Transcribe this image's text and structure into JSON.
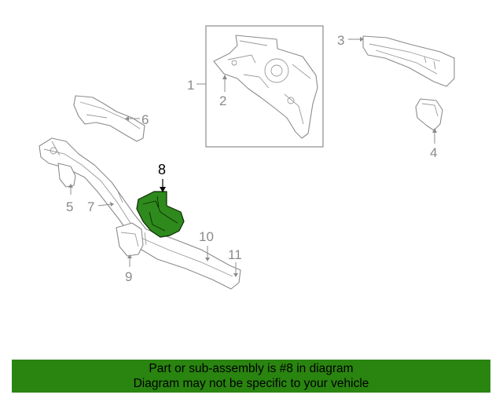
{
  "diagram": {
    "callouts": {
      "c1": "1",
      "c2": "2",
      "c3": "3",
      "c4": "4",
      "c5": "5",
      "c6": "6",
      "c7": "7",
      "c8": "8",
      "c9": "9",
      "c10": "10",
      "c11": "11"
    },
    "highlighted_callout": "8",
    "highlight_color": "#2e8a1c"
  },
  "banner": {
    "line1": "Part or sub-assembly is #8 in diagram",
    "line2": "Diagram may not be specific to your vehicle",
    "color": "#2a8410"
  }
}
